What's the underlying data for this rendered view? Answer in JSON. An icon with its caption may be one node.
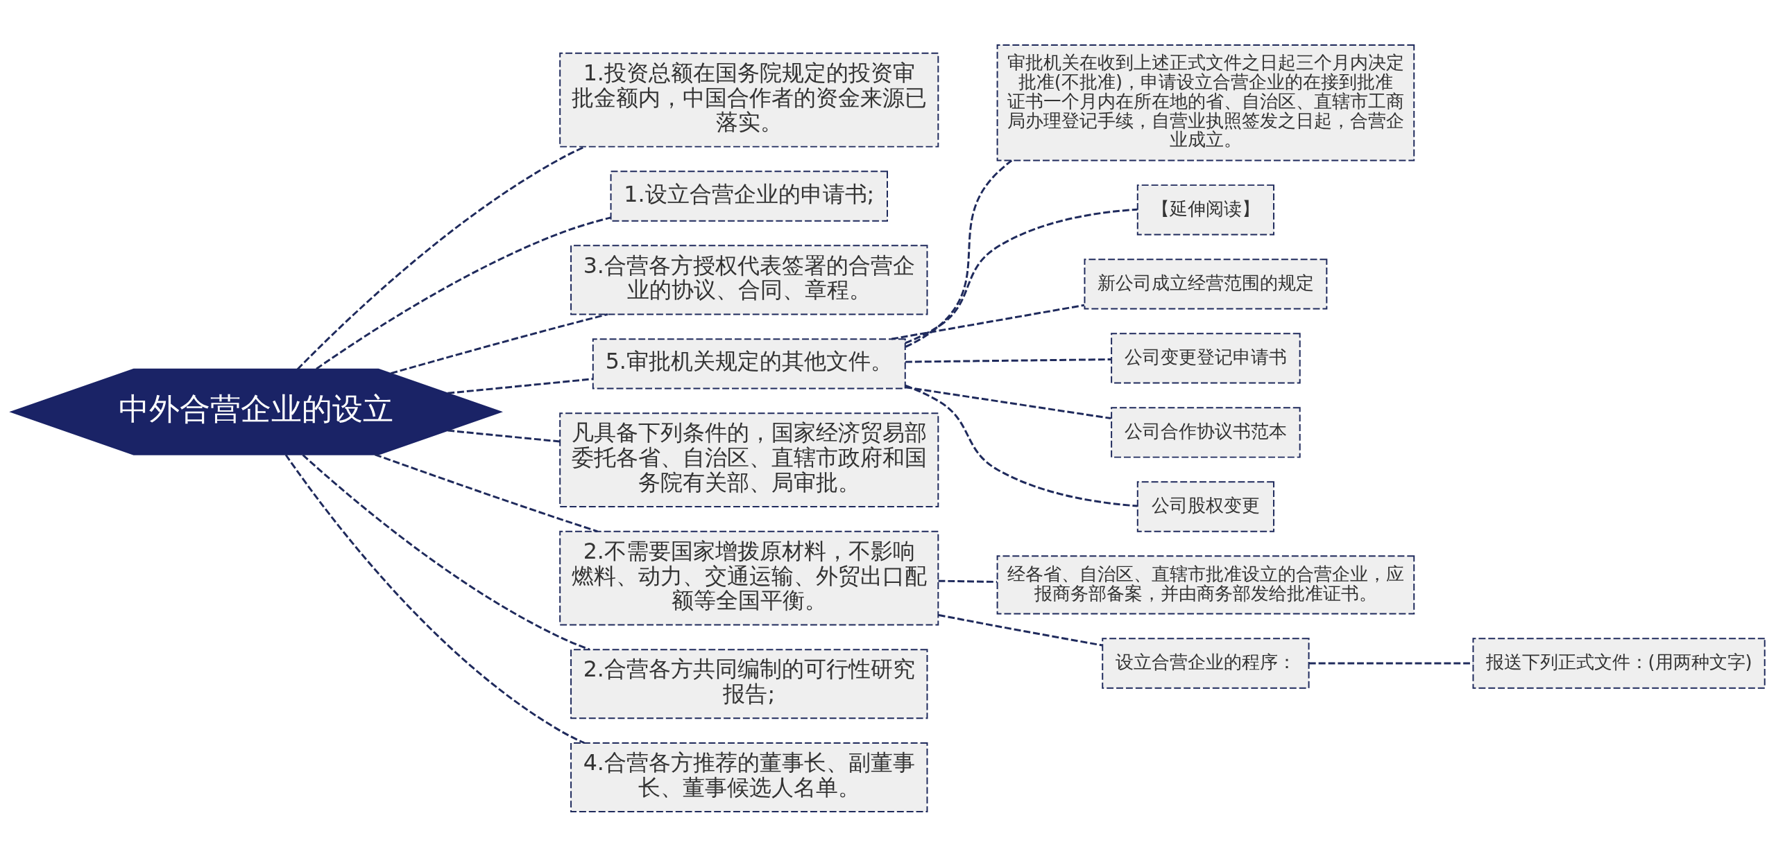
{
  "diagram": {
    "nodes": [
      {
        "text": [
          "中外合营企业的设立"
        ]
      },
      {
        "text": [
          "1.投资总额在国务院规定的投资审批金额内，中国合作者的资金来源已落实。"
        ]
      },
      {
        "text": [
          "1.设立合营企业的申请书;"
        ]
      },
      {
        "text": [
          "3.合营各方授权代表签署的合营企业的协议、合同、章程。"
        ]
      },
      {
        "text": [
          "5.审批机关规定的其他文件。"
        ]
      },
      {
        "text": [
          "审批机关在收到上述正式文件之日起三个月内决定批准(不批准)，申请设立合营企业的在接到批准证书一个月内在所在地的省、自治区、直辖市工商局办理登记手续，自营业执照签发之日起，合营企业成立。"
        ]
      },
      {
        "text": [
          "【延伸阅读】"
        ]
      },
      {
        "text": [
          "新公司成立经营范围的规定"
        ]
      },
      {
        "text": [
          "公司变更登记申请书"
        ]
      },
      {
        "text": [
          "公司合作协议书范本"
        ]
      },
      {
        "text": [
          "公司股权变更"
        ]
      },
      {
        "text": [
          "凡具备下列条件的，国家经济贸易部委托各省、自治区、直辖市政府和国务院有关部、局审批。"
        ]
      },
      {
        "text": [
          "2.不需要国家增拨原材料，不影响燃料、动力、交通运输、外贸出口配额等全国平衡。"
        ]
      },
      {
        "text": [
          "经各省、自治区、直辖市批准设立的合营企业，应报商务部备案，并由商务部发给批准证书。"
        ]
      },
      {
        "text": [
          "设立合营企业的程序："
        ]
      },
      {
        "text": [
          "报送下列正式文件：(用两种文字)"
        ]
      },
      {
        "text": [
          "2.合营各方共同编制的可行性研究报告;"
        ]
      },
      {
        "text": [
          "4.合营各方推荐的董事长、副董事长、董事候选人名单。"
        ]
      }
    ],
    "edges": [
      {
        "from": 0,
        "to": 1,
        "arrow": "none",
        "style": "dashed"
      },
      {
        "from": 0,
        "to": 2,
        "arrow": "none",
        "style": "dashed"
      },
      {
        "from": 0,
        "to": 3,
        "arrow": "none",
        "style": "dashed"
      },
      {
        "from": 0,
        "to": 4,
        "arrow": "none",
        "style": "dashed"
      },
      {
        "from": 4,
        "to": 5,
        "arrow": "none",
        "style": "dashed"
      },
      {
        "from": 4,
        "to": 6,
        "arrow": "none",
        "style": "dashed"
      },
      {
        "from": 4,
        "to": 7,
        "arrow": "none",
        "style": "dashed"
      },
      {
        "from": 4,
        "to": 8,
        "arrow": "none",
        "style": "dashed"
      },
      {
        "from": 4,
        "to": 9,
        "arrow": "none",
        "style": "dashed"
      },
      {
        "from": 4,
        "to": 10,
        "arrow": "none",
        "style": "dashed"
      },
      {
        "from": 0,
        "to": 11,
        "arrow": "none",
        "style": "dashed"
      },
      {
        "from": 0,
        "to": 12,
        "arrow": "none",
        "style": "dashed"
      },
      {
        "from": 12,
        "to": 13,
        "arrow": "none",
        "style": "dashed"
      },
      {
        "from": 12,
        "to": 14,
        "arrow": "none",
        "style": "dashed"
      },
      {
        "from": 14,
        "to": 15,
        "arrow": "none",
        "style": "dashed"
      },
      {
        "from": 0,
        "to": 16,
        "arrow": "none",
        "style": "dashed"
      },
      {
        "from": 0,
        "to": 17,
        "arrow": "none",
        "style": "dashed"
      }
    ]
  }
}
